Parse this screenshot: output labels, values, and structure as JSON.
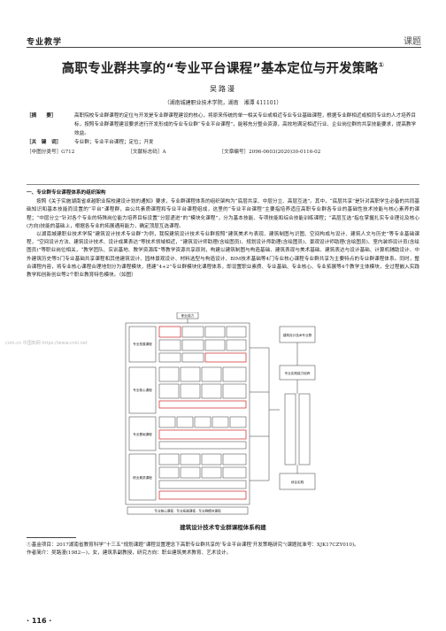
{
  "header": {
    "journal": "专业教学",
    "column": "课题"
  },
  "article": {
    "title": "高职专业群共享的“专业平台课程”基本定位与开发策略",
    "title_note": "①",
    "author": "吴路漫",
    "affiliation": "（湖南城建职业技术学院，湖南　湘潭 411101）"
  },
  "abstract": {
    "label": "［摘　　要］",
    "text": "高职院校专业群课程的定位与开发是专业群课程建设的核心，将原来传统的单一相关专业或相近专业专业基础课程，根据专业群相近或相同专业的人才培养目标，按照专业群课程建设要求进行开发形成的专业专业群“专业平台课程”，能够充分整合资源，高效地满足相近行业、企业岗位群的共享技能要求，提高教学效益。"
  },
  "keywords": {
    "label": "［关　键　词］",
    "text": "专业群；专业平台课程；定位；开发"
  },
  "meta": {
    "clc": "［中图分类号］G712",
    "doc_code": "［文献标志码］A",
    "article_no": "［文章编号］2096-0603(2020)30-0116-02"
  },
  "section1": {
    "heading": "一、专业群专业课程体系的组织架构"
  },
  "paragraphs": [
    "按照《关于实施湖南省卓越职业院校建设计划的通知》要求，专业群课程体系的组织架构为“底层共享、中层分立、高层互选”。其中，“底层共享”是针对高职学生必备的共同基础知识和基本技能而设置的“平台”课程群，由公共素质课程和专业平台课程组成，这里的“专业平台课程”主要指培养适应高职专业群各专业的基础性技术技能与核心素养的课程；“中层分立”针对各个专业的特殊岗位能力培养目标设置“分层递进”的“模块化课程”，分为基本技能、专项技能和综合技能训练课程；“高层互选”指在掌握扎实专业理论及核心(方向)技能的基础上，根据各专业的拓展通用能力，确定顶层互选课程。",
    "以湖南城建职业技术学院“建筑设计技术专业群”为例，我院建筑设计技术专业群按照“建筑美术与表现、建筑制图与识图、空间构成与设计、建筑人文与历史”等专业基础课程，“空间设计方法、建筑设计技术、设计成果表达”等技术领域相近，“建筑设计师助理(含绘图员)、规划设计师助理(含绘图员)、景观设计师助理(含绘图员)、室内装饰设计员(含绘图员)”等职业岗位相关，“教学团队、实训基地、教学资源库”等教学资源共享原则，构建以建筑制图与构造基础、建筑表现与美术基础、建筑表达与设计基础、计算机辅助设计、中外建筑历史等5门专业基础共享课程和其他建筑设计、园林景观设计、材料选型与构造设计、BIM技术基础等4门专业核心课程专业群共享为主要特点的专业群课程体系。同时，整合课程内容，将专业核心课程合理地划分为课程模块，搭建“4+2”专业群模块化课程体系，即设置职业素质、专业基础、专业核心、专业拓展等4个教学主体模块，全过程嵌入实践教学和创新创业等2个职业教育特色模块。（如图）"
  ],
  "figure": {
    "caption": "建筑设计技术专业群课程体系构建",
    "top_label": "职业能力",
    "layers": [
      "专业拓展课程",
      "专业核心课程",
      "专业基础课程",
      "职业素质课程"
    ],
    "right_boxes": [
      "建筑设计技术专业群",
      "专业实践能力培养",
      "综合实践"
    ],
    "bottom_row": "专业核心课程 · 专业拓展课程 · 专业群模块课程"
  },
  "footnotes": [
    "①基金项目：2017湖南省教育科学“十三五”规划课题“课程设置理念下高职专业群共享的‘专业平台课程’开发策略研究”(课题批准号：XJK17CZY010)。",
    "作者简介：吴路漫(1982—)，女，建筑系副教授，研究方向：职业建筑美术教育、艺术设计。"
  ],
  "page_number": "· 116 ·",
  "watermark": "com.cn 中国知网 https://www.cnki.net"
}
